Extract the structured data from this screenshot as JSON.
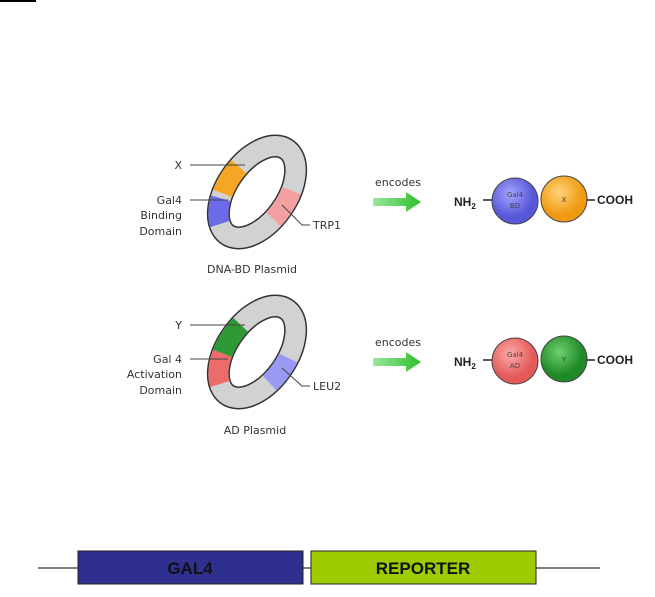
{
  "plasmid_bd": {
    "insert_label": "X",
    "domain_label": [
      "Gal4",
      "Binding",
      "Domain"
    ],
    "marker_label": "TRP1",
    "name": "DNA-BD Plasmid"
  },
  "plasmid_ad": {
    "insert_label": "Y",
    "domain_label": [
      "Gal 4",
      "Activation",
      "Domain"
    ],
    "marker_label": "LEU2",
    "name": "AD Plasmid"
  },
  "arrow_label": "encodes",
  "protein_bd": {
    "n_term": "NH",
    "n_sub": "2",
    "domain": [
      "Gal4",
      "BD"
    ],
    "partner": "X",
    "c_term": "COOH"
  },
  "protein_ad": {
    "n_term": "NH",
    "n_sub": "2",
    "domain": [
      "Gal4",
      "AD"
    ],
    "partner": "Y",
    "c_term": "COOH"
  },
  "reporter": {
    "promoter": "GAL4",
    "gene": "REPORTER"
  },
  "colors": {
    "orange": "#f5a623",
    "blue": "#6b6be8",
    "pink": "#f4a0a0",
    "green": "#2e9a35",
    "red": "#ec6b6b",
    "navy": "#2f2f8f",
    "lime": "#9ccc00",
    "arrow": "#3cc43c"
  }
}
